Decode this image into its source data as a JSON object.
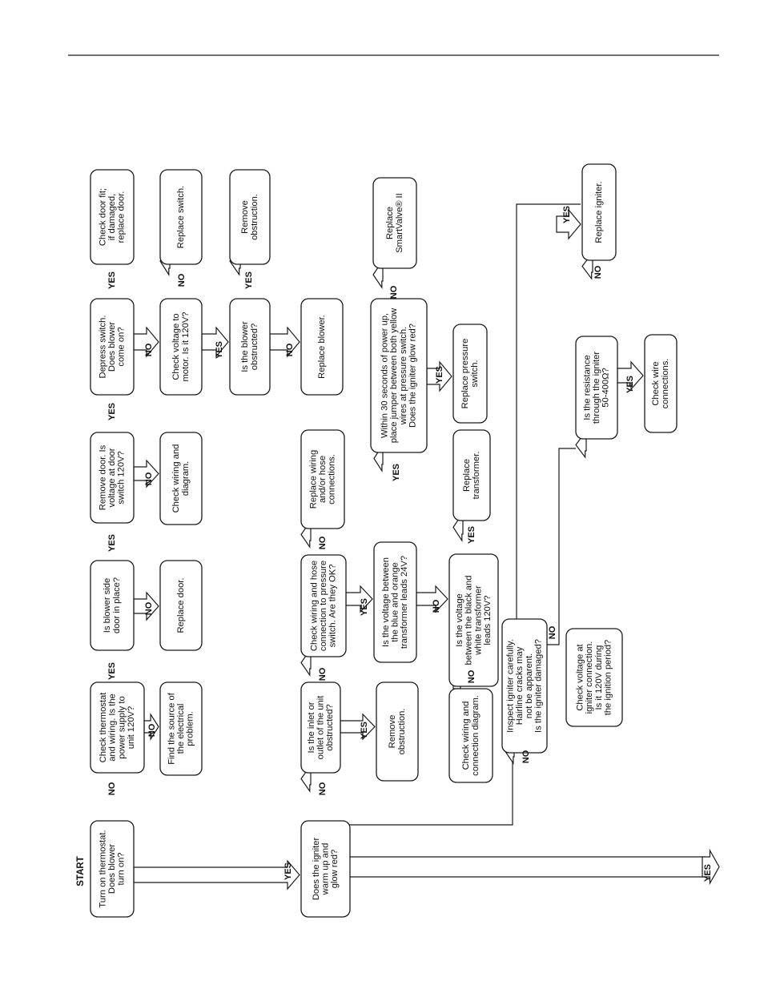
{
  "start_label": "START",
  "boxes": {
    "b1": [
      "Turn on thermostat.",
      "Does blower",
      "turn on?"
    ],
    "b2": [
      "Check thermostat",
      "and wiring. Is the",
      "power supply to",
      "unit 120V?"
    ],
    "b3": [
      "Find the source of",
      "the electrical",
      "problem."
    ],
    "b4": [
      "Is blower side",
      "door in place?"
    ],
    "b5": [
      "Replace door."
    ],
    "b6": [
      "Remove door. Is",
      "voltage at door",
      "switch 120V?"
    ],
    "b7": [
      "Check wiring and",
      "diagram."
    ],
    "b8": [
      "Depress switch.",
      "Does blower",
      "come on?"
    ],
    "b9": [
      "Check door fit;",
      "if damaged,",
      "replace door."
    ],
    "b10": [
      "Check voltage to",
      "motor. Is it 120V?"
    ],
    "b11": [
      "Replace switch."
    ],
    "b12": [
      "Is the blower",
      "obstructed?"
    ],
    "b13": [
      "Remove",
      "obstruction."
    ],
    "b14": [
      "Replace blower."
    ],
    "b15": [
      "Does the igniter",
      "warm up and",
      "glow red?"
    ],
    "b16": [
      "Is the inlet or",
      "outlet of the unit",
      "obstructed?"
    ],
    "b17": [
      "Remove",
      "obstruction."
    ],
    "b18": [
      "Check wiring and hose",
      "connection to pressure",
      "switch. Are they OK?"
    ],
    "b19": [
      "Replace wiring",
      "and/or hose",
      "connections."
    ],
    "b20": [
      "Is the voltage between",
      "the blue and orange",
      "transformer leads 24V?"
    ],
    "b21": [
      "Within 30 seconds of power up,",
      "place jumper between both yellow",
      "wires at pressure switch.",
      "Does the igniter glow red?"
    ],
    "b22": [
      "Replace",
      "SmartValve® II"
    ],
    "b23": [
      "Replace pressure",
      "switch."
    ],
    "b24": [
      "Is the voltage",
      "between the black and",
      "white transformer",
      "leads 120V?"
    ],
    "b25": [
      "Replace",
      "transformer."
    ],
    "b26": [
      "Check wiring and",
      "connection diagram."
    ],
    "b27": [
      "Inspect igniter carefully.",
      "Hairline cracks may",
      "not be apparent.",
      "Is the igniter damaged?"
    ],
    "b28": [
      "Check voltage at",
      "igniter connection.",
      "Is it 120V during",
      "the ignition period?"
    ],
    "b29": [
      "Is the resistance",
      "through the igniter",
      "50-400Ω?"
    ],
    "b30": [
      "Check wire",
      "connections."
    ],
    "b31": [
      "Replace igniter."
    ]
  },
  "labels": {
    "yes": "YES",
    "no": "NO"
  }
}
